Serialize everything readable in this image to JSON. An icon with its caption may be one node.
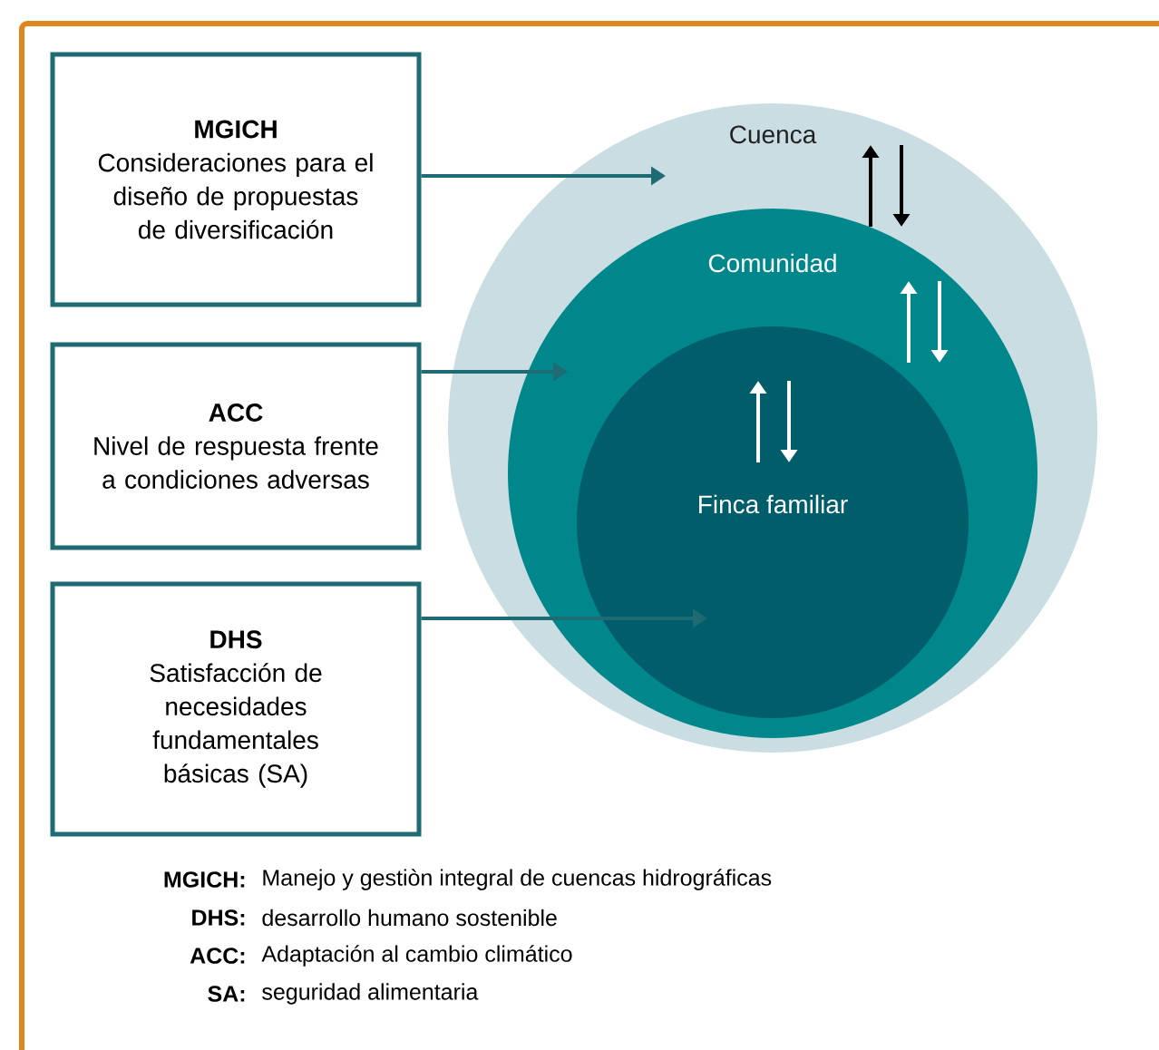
{
  "diagram": {
    "nodes": [
      {
        "text": [
          "MGICH",
          "Consideraciones para el diseño de propuestas de diversificación"
        ]
      },
      {
        "text": [
          "ACC",
          "Nivel de respuesta frente a condiciones adversas"
        ]
      },
      {
        "text": [
          "DHS",
          "Satisfacción de necesidades fundamentales básicas (SA)"
        ]
      },
      {
        "text": [
          "Cuenca"
        ]
      },
      {
        "text": [
          "Comunidad"
        ],
        "in": 3
      },
      {
        "text": [
          "Finca familiar"
        ],
        "in": 4
      }
    ],
    "edges": [
      {
        "from": 0,
        "to": 3,
        "arrow": "to"
      },
      {
        "from": 1,
        "to": 4,
        "arrow": "to"
      },
      {
        "from": 2,
        "to": 5,
        "arrow": "to"
      }
    ],
    "labels": [
      "MGICH:",
      "Manejo y gestiòn integral de cuencas hidrográficas",
      "DHS:",
      "desarrollo humano sostenible",
      "ACC:",
      "Adaptación al cambio climático",
      "SA:",
      "seguridad alimentaria"
    ]
  }
}
